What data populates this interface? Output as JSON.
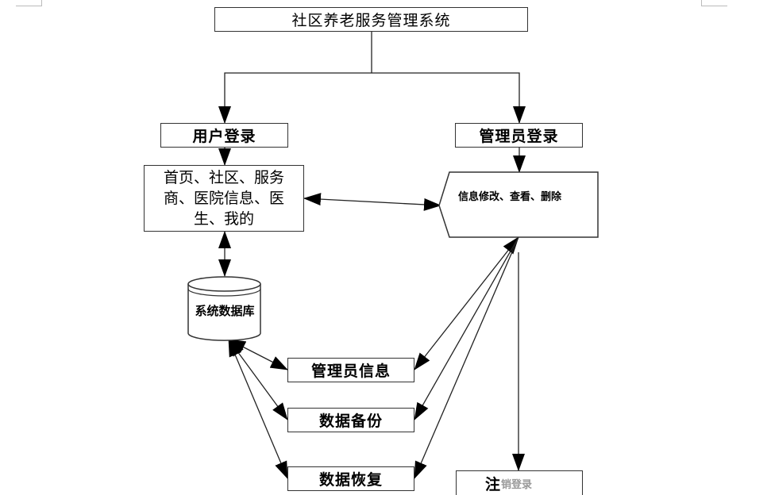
{
  "diagram": {
    "title": "社区养老服务管理系统",
    "user_login": "用户登录",
    "admin_login": "管理员登录",
    "user_menu": "首页、社区、服务商、医院信息、医生、我的",
    "admin_ops": "信息修改、查看、删除",
    "database": "系统数据库",
    "admin_info": "管理员信息",
    "data_backup": "数据备份",
    "data_restore": "数据恢复",
    "logout_visible": "注",
    "logout_garbled": "销登录"
  }
}
